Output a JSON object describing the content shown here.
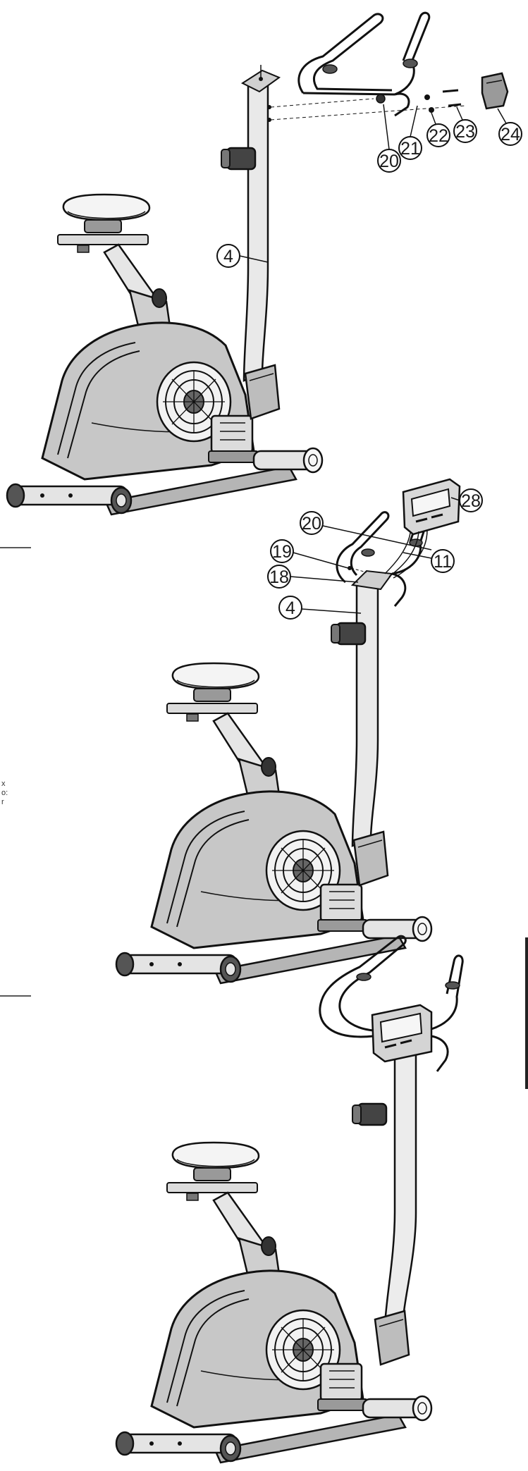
{
  "figures": [
    {
      "parts": [
        "4",
        "20",
        "21",
        "22",
        "23",
        "24"
      ]
    },
    {
      "parts": [
        "28",
        "20",
        "11",
        "19",
        "18",
        "4"
      ]
    },
    {
      "parts": []
    }
  ],
  "margin_fragments": [
    "x",
    "o:",
    "r"
  ]
}
